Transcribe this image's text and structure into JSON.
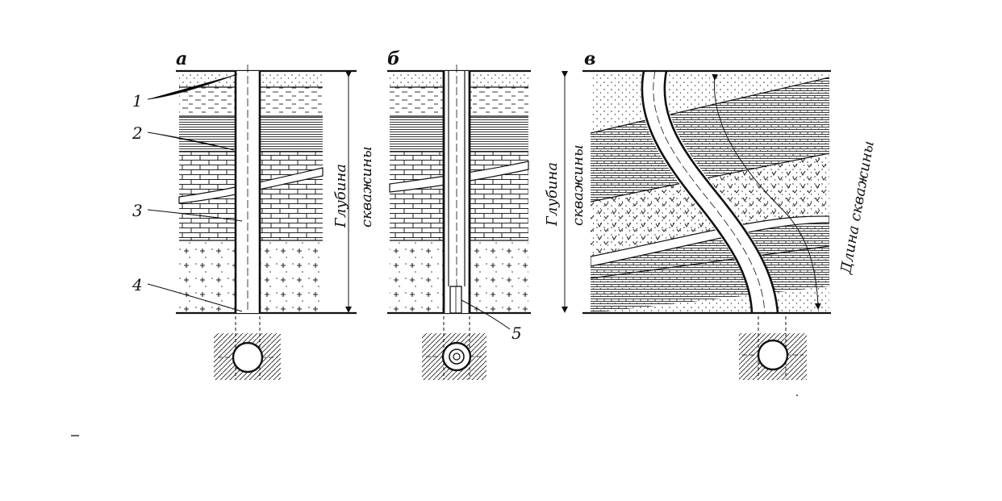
{
  "panels": {
    "a": {
      "letter": "а",
      "depth_label_1": "Глубина",
      "depth_label_2": "скважины"
    },
    "b": {
      "letter": "б",
      "depth_label_1": "Глубина",
      "depth_label_2": "скважины"
    },
    "c": {
      "letter": "в",
      "length_label": "Длина скважины"
    }
  },
  "callouts": [
    "1",
    "2",
    "3",
    "4",
    "5"
  ]
}
